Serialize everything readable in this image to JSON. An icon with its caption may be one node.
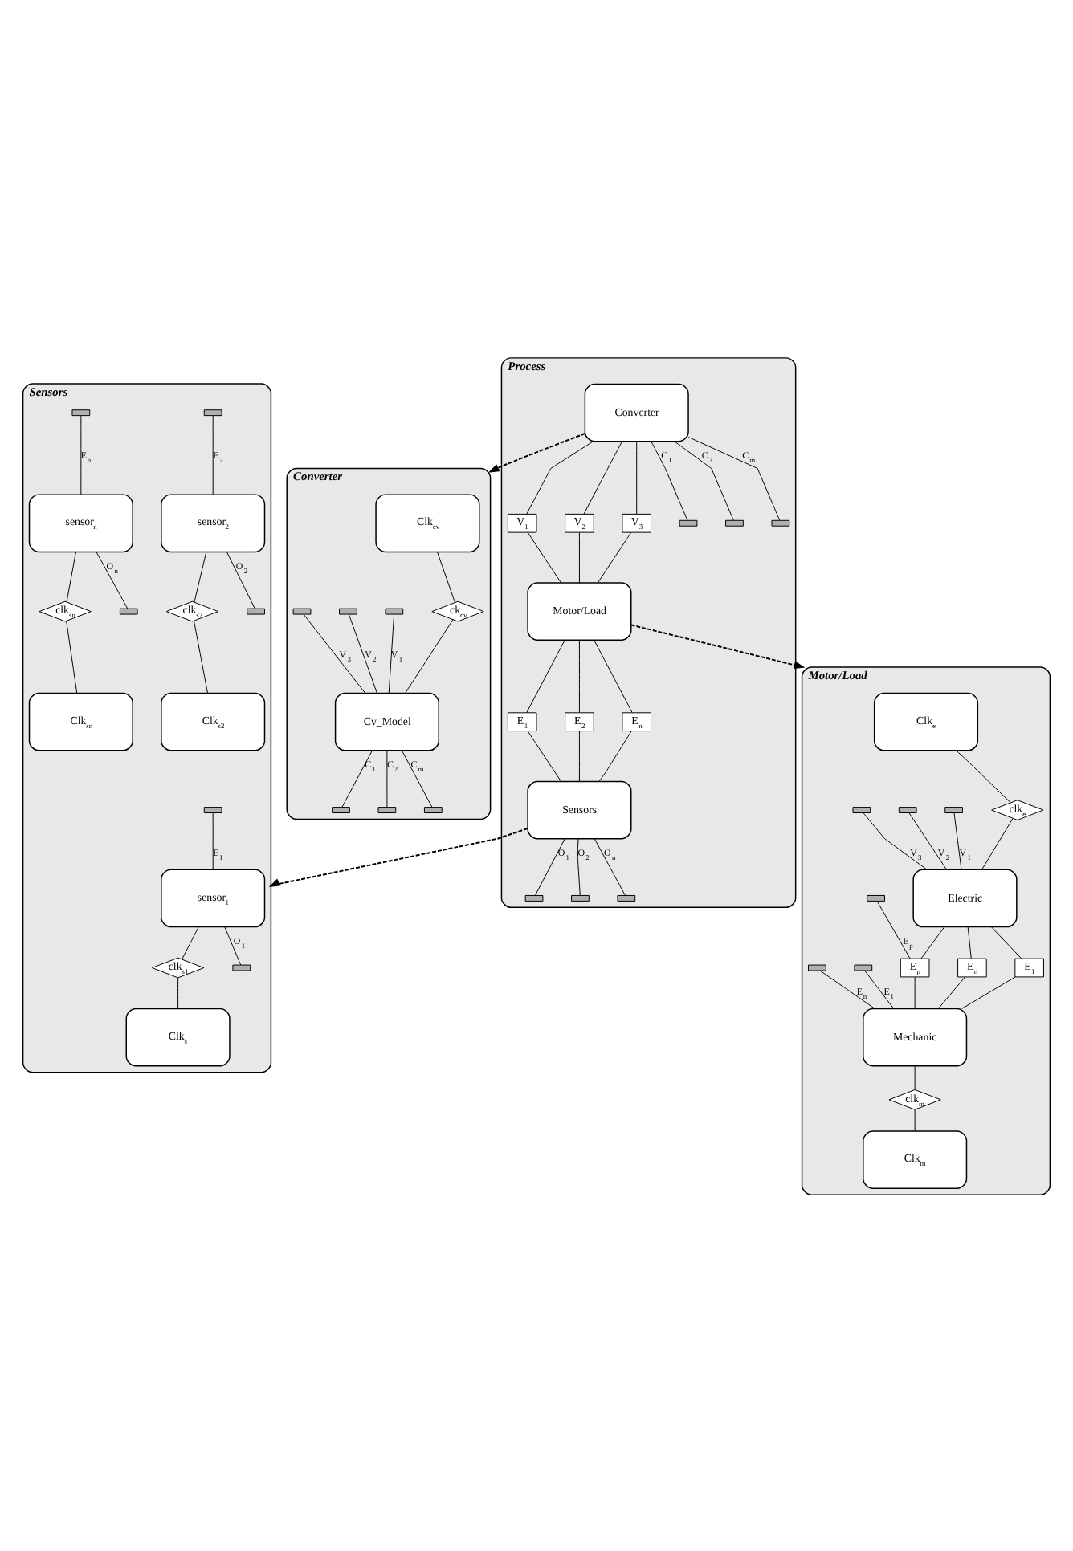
{
  "diagram": {
    "nodes": [
      {
        "text": [
          "Process"
        ]
      },
      {
        "text": [
          "Converter"
        ],
        "in": 0
      },
      {
        "text": [
          "Motor/Load"
        ],
        "in": 0
      },
      {
        "text": [
          "Sensors"
        ],
        "in": 0
      },
      {
        "text": [
          "V$_{1}$"
        ],
        "in": 0
      },
      {
        "text": [
          "V$_{2}$"
        ],
        "in": 0
      },
      {
        "text": [
          "V$_{3}$"
        ],
        "in": 0
      },
      {
        "text": [
          "E$_{1}$"
        ],
        "in": 0
      },
      {
        "text": [
          "E$_{2}$"
        ],
        "in": 0
      },
      {
        "text": [
          "E$_{n}$"
        ],
        "in": 0
      },
      {
        "text": [
          "Converter"
        ]
      },
      {
        "text": [
          "Clk$_{cv}$"
        ],
        "in": 10
      },
      {
        "text": [
          "Cv_Model"
        ],
        "in": 10
      },
      {
        "text": [
          "ck$_{cv}$"
        ],
        "in": 10
      },
      {
        "text": [
          "Motor/Load"
        ]
      },
      {
        "text": [
          "Clk$_{e}$"
        ],
        "in": 14
      },
      {
        "text": [
          "Electric"
        ],
        "in": 14
      },
      {
        "text": [
          "E$_{1}$"
        ],
        "in": 14
      },
      {
        "text": [
          "E$_{p}$"
        ],
        "in": 14
      },
      {
        "text": [
          "E$_{n}$"
        ],
        "in": 14
      },
      {
        "text": [
          "Mechanic"
        ],
        "in": 14
      },
      {
        "text": [
          "Clk$_{m}$"
        ],
        "in": 14
      },
      {
        "text": [
          "clk$_{e}$"
        ],
        "in": 14
      },
      {
        "text": [
          "clk$_{m}$"
        ],
        "in": 14
      },
      {
        "text": [
          "Sensors"
        ]
      },
      {
        "text": [
          "sensor$_{1}$"
        ],
        "in": 24
      },
      {
        "text": [
          "Clk$_{s}$"
        ],
        "in": 24
      },
      {
        "text": [
          "clk$_{s1}$"
        ],
        "in": 24
      },
      {
        "text": [
          "sensor$_{2}$"
        ],
        "in": 24
      },
      {
        "text": [
          "Clk$_{s2}$"
        ],
        "in": 24
      },
      {
        "text": [
          "clk$_{s2}$"
        ],
        "in": 24
      },
      {
        "text": [
          "sensor$_{n}$"
        ],
        "in": 24
      },
      {
        "text": [
          "Clk$_{sn}$"
        ],
        "in": 24
      },
      {
        "text": [
          "clk$_{sn}$"
        ],
        "in": 24
      },
      {
        "text": [],
        "shape": "bar",
        "in": 0
      },
      {
        "text": [],
        "shape": "bar",
        "in": 0
      },
      {
        "text": [],
        "shape": "bar",
        "in": 0
      },
      {
        "text": [],
        "shape": "bar",
        "in": 0
      },
      {
        "text": [],
        "shape": "bar",
        "in": 0
      },
      {
        "text": [],
        "shape": "bar",
        "in": 0
      },
      {
        "text": [],
        "shape": "bar",
        "in": 10
      },
      {
        "text": [],
        "shape": "bar",
        "in": 10
      },
      {
        "text": [],
        "shape": "bar",
        "in": 10
      },
      {
        "text": [],
        "shape": "bar",
        "in": 10
      },
      {
        "text": [],
        "shape": "bar",
        "in": 10
      },
      {
        "text": [],
        "shape": "bar",
        "in": 10
      },
      {
        "text": [],
        "shape": "bar",
        "in": 14
      },
      {
        "text": [],
        "shape": "bar",
        "in": 14
      },
      {
        "text": [],
        "shape": "bar",
        "in": 14
      },
      {
        "text": [],
        "shape": "bar",
        "in": 14
      },
      {
        "text": [],
        "shape": "bar",
        "in": 14
      },
      {
        "text": [],
        "shape": "bar",
        "in": 14
      },
      {
        "text": [],
        "shape": "bar",
        "in": 24
      },
      {
        "text": [],
        "shape": "bar",
        "in": 24
      },
      {
        "text": [],
        "shape": "bar",
        "in": 24
      },
      {
        "text": [],
        "shape": "bar",
        "in": 24
      },
      {
        "text": [],
        "shape": "bar",
        "in": 24
      },
      {
        "text": [],
        "shape": "bar",
        "in": 24
      }
    ],
    "edges": [
      {
        "from": 1,
        "to": 6,
        "arrow": "none"
      },
      {
        "from": 6,
        "to": 2,
        "arrow": "none"
      },
      {
        "from": 1,
        "to": 5,
        "arrow": "none"
      },
      {
        "from": 5,
        "to": 2,
        "arrow": "none"
      },
      {
        "from": 1,
        "to": 4,
        "arrow": "none"
      },
      {
        "from": 4,
        "to": 2,
        "arrow": "none"
      },
      {
        "from": 2,
        "to": 9,
        "arrow": "none"
      },
      {
        "from": 9,
        "to": 3,
        "arrow": "none"
      },
      {
        "from": 2,
        "to": 8,
        "arrow": "none"
      },
      {
        "from": 8,
        "to": 3,
        "arrow": "none"
      },
      {
        "from": 2,
        "to": 7,
        "arrow": "none"
      },
      {
        "from": 7,
        "to": 3,
        "arrow": "none"
      },
      {
        "from": 1,
        "to": 34,
        "arrow": "none",
        "label": "C$_{1}$"
      },
      {
        "from": 1,
        "to": 35,
        "arrow": "none",
        "label": "C$_{2}$"
      },
      {
        "from": 1,
        "to": 36,
        "arrow": "none",
        "label": "C$_{m}$"
      },
      {
        "from": 3,
        "to": 37,
        "arrow": "none",
        "label": "O$_{1}$"
      },
      {
        "from": 3,
        "to": 38,
        "arrow": "none",
        "label": "O$_{2}$"
      },
      {
        "from": 3,
        "to": 39,
        "arrow": "none",
        "label": "O$_{n}$"
      },
      {
        "from": 1,
        "to": 10,
        "arrow": "to",
        "style": "dashed"
      },
      {
        "from": 2,
        "to": 14,
        "arrow": "to",
        "style": "dashed"
      },
      {
        "from": 3,
        "to": 24,
        "arrow": "to",
        "style": "dashed"
      },
      {
        "from": 40,
        "to": 12,
        "arrow": "none",
        "label": "V$_{1}$"
      },
      {
        "from": 41,
        "to": 12,
        "arrow": "none",
        "label": "V$_{2}$"
      },
      {
        "from": 42,
        "to": 12,
        "arrow": "none",
        "label": "V$_{3}$"
      },
      {
        "from": 11,
        "to": 13,
        "arrow": "none"
      },
      {
        "from": 13,
        "to": 12,
        "arrow": "none"
      },
      {
        "from": 12,
        "to": 43,
        "arrow": "none",
        "label": "C$_{1}$"
      },
      {
        "from": 12,
        "to": 44,
        "arrow": "none",
        "label": "C$_{2}$"
      },
      {
        "from": 12,
        "to": 45,
        "arrow": "none",
        "label": "C$_{m}$"
      },
      {
        "from": 46,
        "to": 16,
        "arrow": "none",
        "label": "V$_{1}$"
      },
      {
        "from": 47,
        "to": 16,
        "arrow": "none",
        "label": "V$_{2}$"
      },
      {
        "from": 48,
        "to": 16,
        "arrow": "none",
        "label": "V$_{3}$"
      },
      {
        "from": 49,
        "to": 18,
        "arrow": "none",
        "label": "E$_{p}$"
      },
      {
        "from": 50,
        "to": 20,
        "arrow": "none",
        "label": "E$_{1}$"
      },
      {
        "from": 51,
        "to": 20,
        "arrow": "none",
        "label": "E$_{n}$"
      },
      {
        "from": 16,
        "to": 17,
        "arrow": "none"
      },
      {
        "from": 17,
        "to": 20,
        "arrow": "none"
      },
      {
        "from": 16,
        "to": 18,
        "arrow": "none"
      },
      {
        "from": 18,
        "to": 20,
        "arrow": "none"
      },
      {
        "from": 16,
        "to": 19,
        "arrow": "none"
      },
      {
        "from": 19,
        "to": 20,
        "arrow": "none"
      },
      {
        "from": 15,
        "to": 22,
        "arrow": "none"
      },
      {
        "from": 22,
        "to": 16,
        "arrow": "none"
      },
      {
        "from": 20,
        "to": 23,
        "arrow": "none"
      },
      {
        "from": 23,
        "to": 21,
        "arrow": "none"
      },
      {
        "from": 52,
        "to": 25,
        "arrow": "none",
        "label": "E$_{1}$"
      },
      {
        "from": 25,
        "to": 27,
        "arrow": "none"
      },
      {
        "from": 27,
        "to": 26,
        "arrow": "none"
      },
      {
        "from": 25,
        "to": 55,
        "arrow": "none",
        "label": "O$_{1}$"
      },
      {
        "from": 53,
        "to": 28,
        "arrow": "none",
        "label": "E$_{2}$"
      },
      {
        "from": 28,
        "to": 30,
        "arrow": "none"
      },
      {
        "from": 30,
        "to": 29,
        "arrow": "none"
      },
      {
        "from": 28,
        "to": 56,
        "arrow": "none",
        "label": "O$_{2}$"
      },
      {
        "from": 54,
        "to": 31,
        "arrow": "none",
        "label": "E$_{n}$"
      },
      {
        "from": 31,
        "to": 33,
        "arrow": "none"
      },
      {
        "from": 33,
        "to": 32,
        "arrow": "none"
      },
      {
        "from": 31,
        "to": 57,
        "arrow": "none",
        "label": "O$_{n}$"
      }
    ]
  }
}
